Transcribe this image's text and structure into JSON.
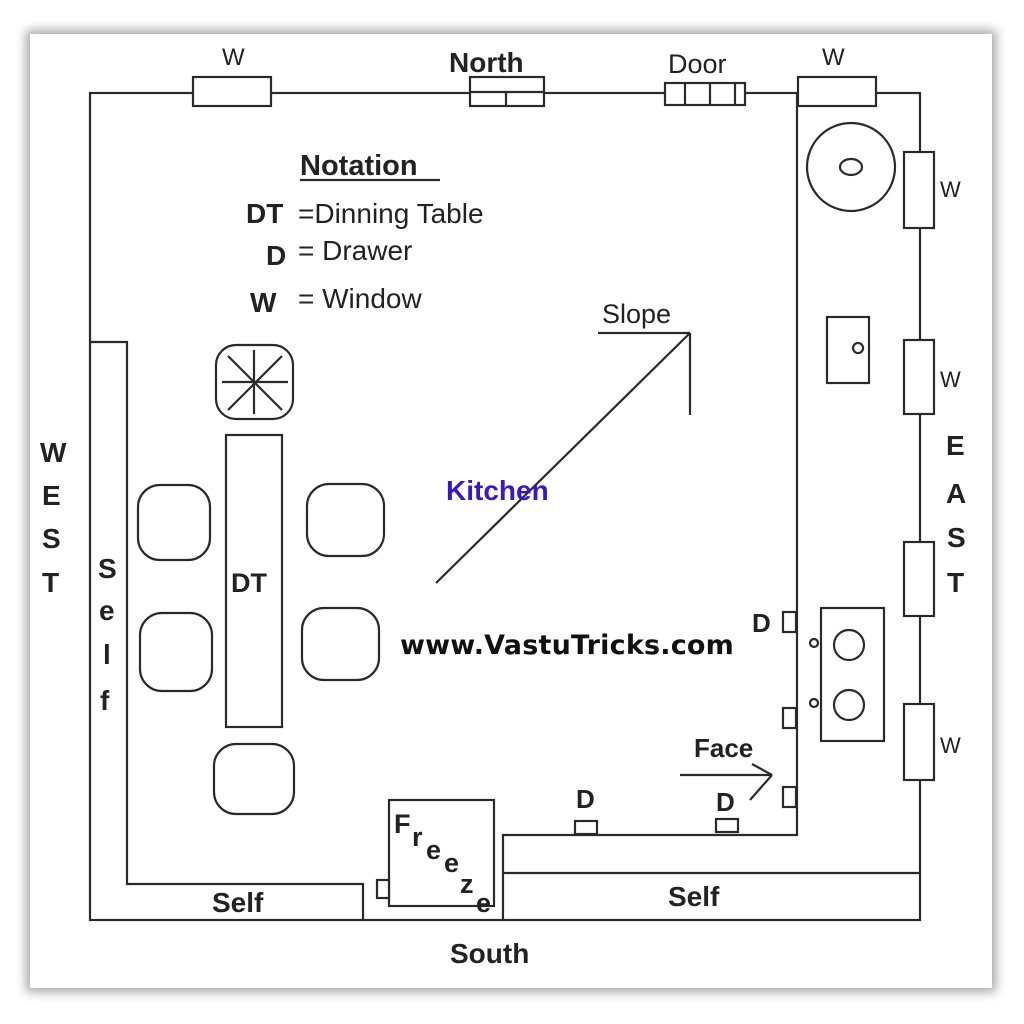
{
  "directions": {
    "north": "North",
    "south": "South",
    "west_letters": [
      "W",
      "E",
      "S",
      "T"
    ],
    "east_letters": [
      "E",
      "A",
      "S",
      "T"
    ]
  },
  "notation": {
    "title": "Notation",
    "rows": [
      {
        "key": "DT",
        "value": "=Dinning Table"
      },
      {
        "key": "D",
        "value": "= Drawer"
      },
      {
        "key": "W",
        "value": "= Window"
      }
    ]
  },
  "labels": {
    "window": "W",
    "door": "Door",
    "slope": "Slope",
    "kitchen": "Kitchen",
    "dining_table": "DT",
    "drawer": "D",
    "face": "Face",
    "freeze": [
      "F",
      "r",
      "e",
      "e",
      "z",
      "e"
    ],
    "self_left_letters": [
      "S",
      "e",
      "l",
      "f"
    ],
    "self_bottom_left": "Self",
    "self_bottom_right": "Self"
  },
  "watermark": "www.VastuTricks.com",
  "colors": {
    "kitchen": "#3a18c8",
    "lines": "#2a2a2a"
  }
}
